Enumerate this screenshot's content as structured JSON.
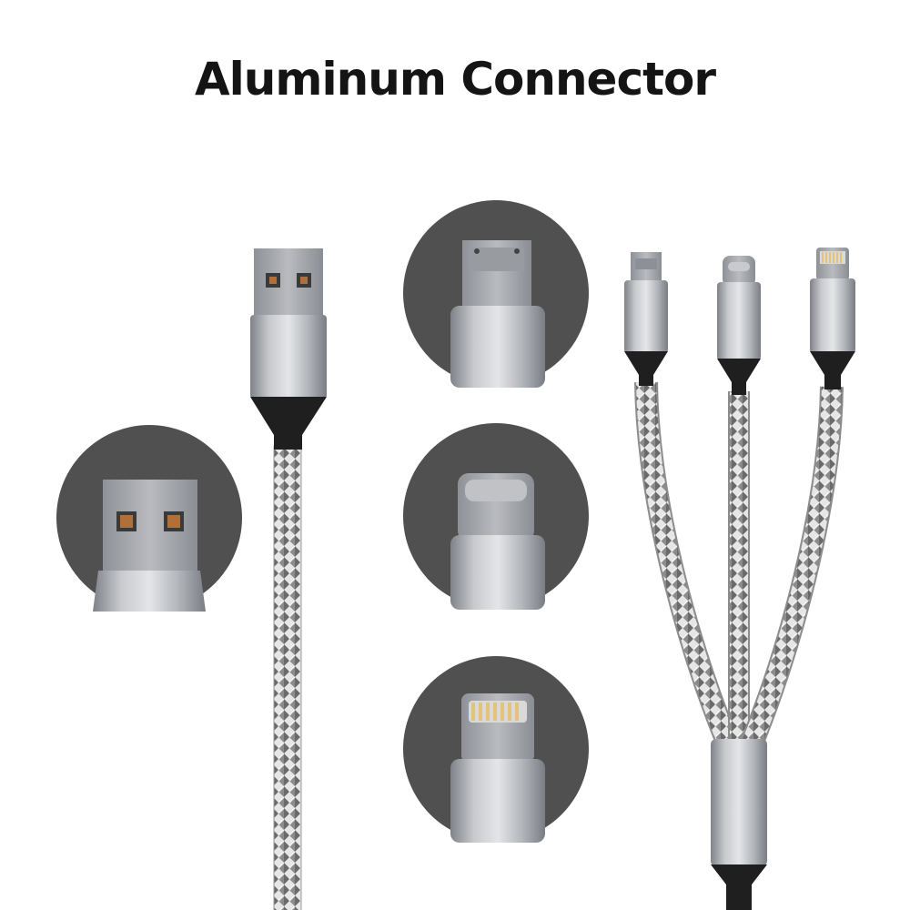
{
  "title": "Aluminum Connector",
  "colors": {
    "background": "#ffffff",
    "circle": "#505050",
    "aluminum_light": "#c4c6c9",
    "aluminum_dark": "#8d9096",
    "connector_plug": "#a9acb1",
    "pin_gold": "#e3c27a",
    "sleeve_black": "#1f1f1f",
    "braid_dark": "#6b6b6b",
    "braid_light": "#ededed"
  },
  "connectors": [
    {
      "name": "usb-a",
      "icon": "usb-a-plug"
    },
    {
      "name": "micro-usb",
      "icon": "micro-usb-plug"
    },
    {
      "name": "usb-c",
      "icon": "usb-c-plug"
    },
    {
      "name": "lightning",
      "icon": "lightning-plug"
    }
  ]
}
